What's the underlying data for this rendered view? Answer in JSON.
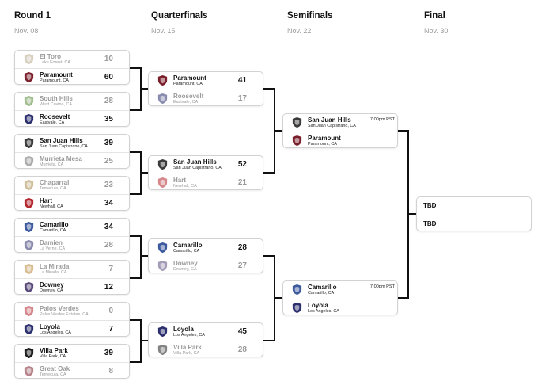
{
  "rounds": [
    {
      "title": "Round 1",
      "date": "Nov. 08"
    },
    {
      "title": "Quarterfinals",
      "date": "Nov. 15"
    },
    {
      "title": "Semifinals",
      "date": "Nov. 22"
    },
    {
      "title": "Final",
      "date": "Nov. 30"
    }
  ],
  "round1": [
    {
      "t1": {
        "name": "El Toro",
        "loc": "Lake Forest, CA",
        "score": "10"
      },
      "t2": {
        "name": "Paramount",
        "loc": "Paramount, CA",
        "score": "60"
      }
    },
    {
      "t1": {
        "name": "South Hills",
        "loc": "West Covina, CA",
        "score": "28"
      },
      "t2": {
        "name": "Roosevelt",
        "loc": "Eastvale, CA",
        "score": "35"
      }
    },
    {
      "t1": {
        "name": "San Juan Hills",
        "loc": "San Juan Capistrano, CA",
        "score": "39"
      },
      "t2": {
        "name": "Murrieta Mesa",
        "loc": "Murrieta, CA",
        "score": "25"
      }
    },
    {
      "t1": {
        "name": "Chaparral",
        "loc": "Temecula, CA",
        "score": "23"
      },
      "t2": {
        "name": "Hart",
        "loc": "Newhall, CA",
        "score": "34"
      }
    },
    {
      "t1": {
        "name": "Camarillo",
        "loc": "Camarillo, CA",
        "score": "34"
      },
      "t2": {
        "name": "Damien",
        "loc": "La Verne, CA",
        "score": "28"
      }
    },
    {
      "t1": {
        "name": "La Mirada",
        "loc": "La Mirada, CA",
        "score": "7"
      },
      "t2": {
        "name": "Downey",
        "loc": "Downey, CA",
        "score": "12"
      }
    },
    {
      "t1": {
        "name": "Palos Verdes",
        "loc": "Palos Verdes Estates, CA",
        "score": "0"
      },
      "t2": {
        "name": "Loyola",
        "loc": "Los Angeles, CA",
        "score": "7"
      }
    },
    {
      "t1": {
        "name": "Villa Park",
        "loc": "Villa Park, CA",
        "score": "39"
      },
      "t2": {
        "name": "Great Oak",
        "loc": "Temecula, CA",
        "score": "8"
      }
    }
  ],
  "quarterfinals": [
    {
      "t1": {
        "name": "Paramount",
        "loc": "Paramount, CA",
        "score": "41"
      },
      "t2": {
        "name": "Roosevelt",
        "loc": "Eastvale, CA",
        "score": "17"
      }
    },
    {
      "t1": {
        "name": "San Juan Hills",
        "loc": "San Juan Capistrano, CA",
        "score": "52"
      },
      "t2": {
        "name": "Hart",
        "loc": "Newhall, CA",
        "score": "21"
      }
    },
    {
      "t1": {
        "name": "Camarillo",
        "loc": "Camarillo, CA",
        "score": "28"
      },
      "t2": {
        "name": "Downey",
        "loc": "Downey, CA",
        "score": "27"
      }
    },
    {
      "t1": {
        "name": "Loyola",
        "loc": "Los Angeles, CA",
        "score": "45"
      },
      "t2": {
        "name": "Villa Park",
        "loc": "Villa Park, CA",
        "score": "28"
      }
    }
  ],
  "semifinals": [
    {
      "t1": {
        "name": "San Juan Hills",
        "loc": "San Juan Capistrano, CA"
      },
      "t2": {
        "name": "Paramount",
        "loc": "Paramount, CA"
      },
      "time": "7:00pm PST"
    },
    {
      "t1": {
        "name": "Camarillo",
        "loc": "Camarillo, CA"
      },
      "t2": {
        "name": "Loyola",
        "loc": "Los Angeles, CA"
      },
      "time": "7:00pm PST"
    }
  ],
  "final": {
    "t1": "TBD",
    "t2": "TBD"
  }
}
